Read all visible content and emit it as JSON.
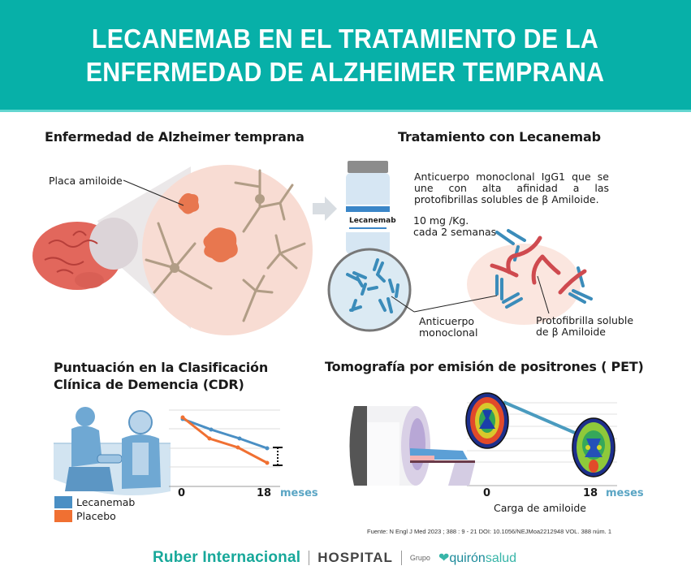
{
  "header": {
    "title_line1": "LECANEMAB EN EL TRATAMIENTO DE LA",
    "title_line2": "ENFERMEDAD DE ALZHEIMER TEMPRANA",
    "background_color": "#07b0a8"
  },
  "section_alzheimer": {
    "title": "Enfermedad de Alzheimer temprana",
    "plaque_label": "Placa amiloide"
  },
  "section_treatment": {
    "title": "Tratamiento con Lecanemab",
    "vial_label": "Lecanemab",
    "description": "Anticuerpo monoclonal IgG1 que se une con alta afinidad a las protofibrillas solubles de β Amiloide.",
    "dose_line1": "10 mg /Kg.",
    "dose_line2": "cada 2 semanas",
    "antibody_label_line1": "Anticuerpo",
    "antibody_label_line2": "monoclonal",
    "protofibril_label_line1": "Protofibrilla soluble",
    "protofibril_label_line2": "de β Amiloide"
  },
  "section_cdr": {
    "title_line1": "Puntuación en la Clasificación",
    "title_line2": "Clínica de Demencia (CDR)",
    "x_start": "0",
    "x_end": "18",
    "x_unit": "meses",
    "legend": [
      {
        "label": "Lecanemab",
        "color": "#4a8fc4"
      },
      {
        "label": "Placebo",
        "color": "#f07032"
      }
    ]
  },
  "section_pet": {
    "title": "Tomografía por emisión de positrones ( PET)",
    "x_start": "0",
    "x_end": "18",
    "x_unit": "meses",
    "caption": "Carga de amiloide"
  },
  "source": "Fuente: N Engl J Med 2023 ; 388 : 9 - 21 DOI: 10.1056/NEJMoa2212948 VOL. 388 núm. 1",
  "footer": {
    "brand": "Ruber Internacional",
    "hospital": "HOSPITAL",
    "grupo": "Grupo",
    "quiron": "quirón",
    "salud": "salud"
  },
  "chart_data": [
    {
      "type": "line",
      "title": "Puntuación en la Clasificación Clínica de Demencia (CDR)",
      "x": [
        0,
        6,
        12,
        18
      ],
      "xlabel": "meses",
      "ylabel": "",
      "series": [
        {
          "name": "Lecanemab",
          "color": "#4a8fc4",
          "values": [
            4.0,
            3.5,
            3.0,
            2.5
          ]
        },
        {
          "name": "Placebo",
          "color": "#f07032",
          "values": [
            4.1,
            3.2,
            2.7,
            1.9
          ]
        }
      ],
      "ylim": [
        0,
        4.5
      ],
      "grid": true,
      "legend_position": "bottom-left",
      "annotation": "difference bracket at 18 months"
    },
    {
      "type": "line",
      "title": "Tomografía por emisión de positrones ( PET)",
      "x": [
        0,
        18
      ],
      "xlabel": "Carga de amiloide",
      "series": [
        {
          "name": "Carga de amiloide",
          "color": "#4a9bbf",
          "values": [
            7,
            4
          ]
        }
      ],
      "grid": true
    }
  ]
}
